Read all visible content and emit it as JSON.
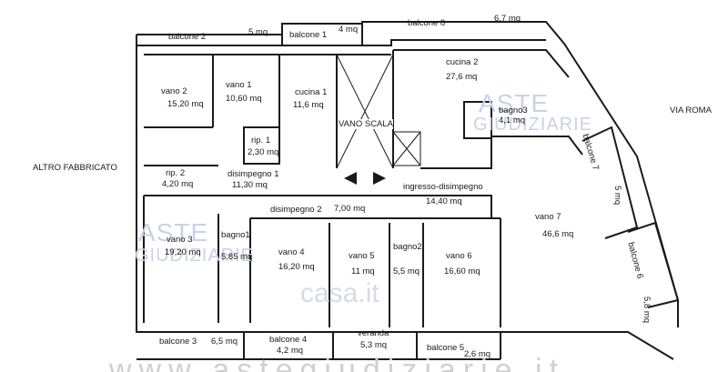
{
  "rooms": {
    "balcone2": {
      "name": "balcone 2",
      "area": "5 mq"
    },
    "balcone1": {
      "name": "balcone 1",
      "area": "4 mq"
    },
    "balcone8": {
      "name": "balcone 8",
      "area": "6,7 mq"
    },
    "vano2": {
      "name": "vano 2",
      "area": "15,20 mq"
    },
    "vano1": {
      "name": "vano 1",
      "area": "10,60 mq"
    },
    "cucina1": {
      "name": "cucina 1",
      "area": "11,6 mq"
    },
    "vano_scala": {
      "name": "VANO SCALA"
    },
    "cucina2": {
      "name": "cucina 2",
      "area": "27,6 mq"
    },
    "bagno3": {
      "name": "bagno3",
      "area": "4,1 mq"
    },
    "rip1": {
      "name": "rip. 1",
      "area": "2,30 mq"
    },
    "rip2": {
      "name": "rip. 2",
      "area": "4,20 mq"
    },
    "disimpegno1": {
      "name": "disimpegno 1",
      "area": "11,30 mq"
    },
    "ingresso": {
      "name": "ingresso-disimpegno",
      "area": "14,40 mq"
    },
    "disimpegno2": {
      "name": "disimpegno 2",
      "area": "7,00 mq"
    },
    "vano3": {
      "name": "vano 3",
      "area": "19,20 mq"
    },
    "bagno1": {
      "name": "bagno1",
      "area": "5,85 mq"
    },
    "vano4": {
      "name": "vano 4",
      "area": "16,20 mq"
    },
    "vano5": {
      "name": "vano 5",
      "area": "11 mq"
    },
    "bagno2": {
      "name": "bagno2",
      "area": "5,5 mq"
    },
    "vano6": {
      "name": "vano 6",
      "area": "16,60 mq"
    },
    "vano7": {
      "name": "vano 7",
      "area": "46,6 mq"
    },
    "balcone7": {
      "name": "balcone 7",
      "area": "5 mq"
    },
    "balcone6": {
      "name": "balcone 6",
      "area": "5,8 mq"
    },
    "balcone3": {
      "name": "balcone 3",
      "area": "6,5 mq"
    },
    "balcone4": {
      "name": "balcone 4",
      "area": "4,2 mq"
    },
    "veranda": {
      "name": "veranda",
      "area": "5,3 mq"
    },
    "balcone5": {
      "name": "balcone 5",
      "area": "2,6 mq"
    }
  },
  "outside": {
    "altro_fabbricato": "ALTRO FABBRICATO",
    "via_roma": "VIA ROMA"
  },
  "watermarks": {
    "aste": "ASTE",
    "giudiziarie": "GIUDIZIARIE",
    "casa": "casa.it",
    "bottom": "www.astegiudiziarie.it"
  },
  "colors": {
    "wall": "#1a1a1a",
    "watermark": "#c9d3e6"
  }
}
